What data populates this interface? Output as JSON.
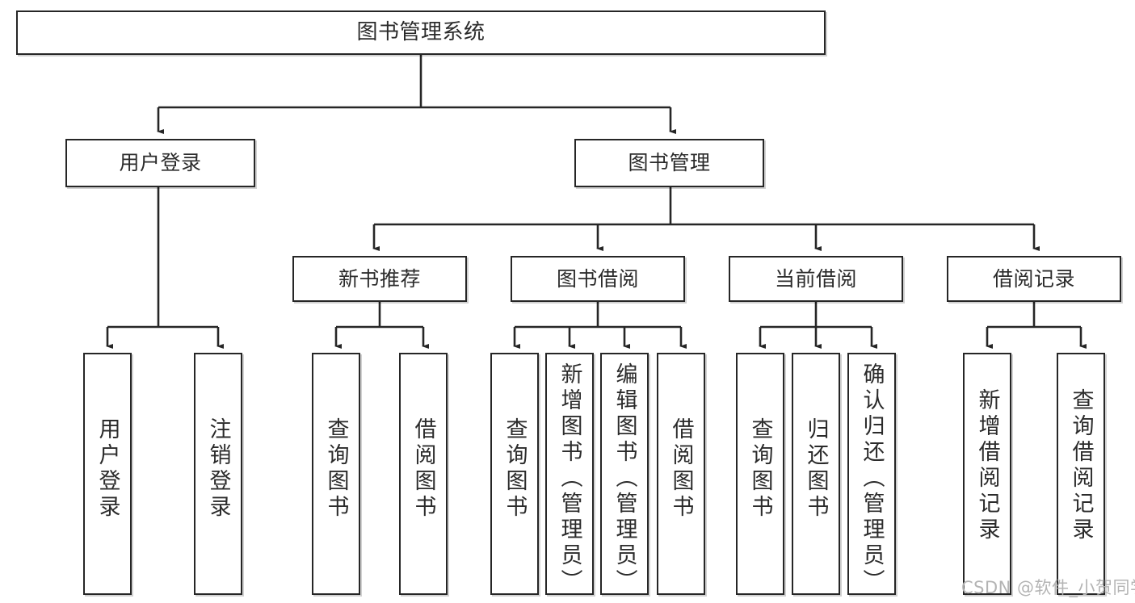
{
  "diagram": {
    "type": "tree",
    "title": "图书管理系统",
    "root": {
      "label": "图书管理系统"
    },
    "level2": [
      {
        "label": "用户登录"
      },
      {
        "label": "图书管理"
      }
    ],
    "level3": [
      {
        "label": "新书推荐"
      },
      {
        "label": "图书借阅"
      },
      {
        "label": "当前借阅"
      },
      {
        "label": "借阅记录"
      }
    ],
    "leaves": {
      "user_login": [
        {
          "label": "用户登录"
        },
        {
          "label": "注销登录"
        }
      ],
      "new_book_recommend": [
        {
          "label": "查询图书"
        },
        {
          "label": "借阅图书"
        }
      ],
      "book_borrow": [
        {
          "label": "查询图书"
        },
        {
          "label": "新增图书（管理员）"
        },
        {
          "label": "编辑图书（管理员）"
        },
        {
          "label": "借阅图书"
        }
      ],
      "current_borrow": [
        {
          "label": "查询图书"
        },
        {
          "label": "归还图书"
        },
        {
          "label": "确认归还（管理员）"
        }
      ],
      "borrow_record": [
        {
          "label": "新增借阅记录"
        },
        {
          "label": "查询借阅记录"
        }
      ]
    }
  },
  "watermark": {
    "text": "CSDN @软件_小贺同学"
  },
  "colors": {
    "stroke": "#262626",
    "text": "#2b2b2b",
    "background": "#ffffff",
    "watermark": "#b4b4b4"
  }
}
